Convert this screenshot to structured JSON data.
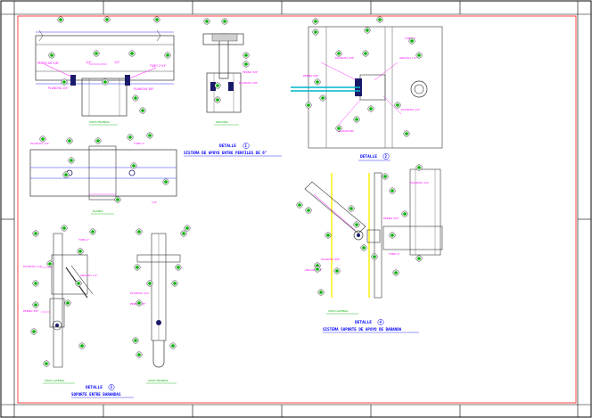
{
  "details": [
    {
      "id": "detail-1",
      "title": "DETALLE",
      "number": "1",
      "subtitle": "SISTEMA DE APOYO ENTRE PERFILES DE 6\""
    },
    {
      "id": "detail-2",
      "title": "DETALLE",
      "number": "2",
      "subtitle": ""
    },
    {
      "id": "detail-3",
      "title": "DETALLE",
      "number": "3",
      "subtitle": "SOPORTE ENTRE BARANDAS"
    },
    {
      "id": "detail-4",
      "title": "DETALLE",
      "number": "4",
      "subtitle": "SISTEMA SOPORTE DE APOYO DE BARANDA"
    }
  ],
  "colors": {
    "border": "#ff3333",
    "magenta": "#ff00ff",
    "cyan": "#00b4c8",
    "blue": "#0000ff",
    "green": "#00aa00",
    "yellow": "#ffee00",
    "line": "#333333",
    "grid": "#000000"
  }
}
